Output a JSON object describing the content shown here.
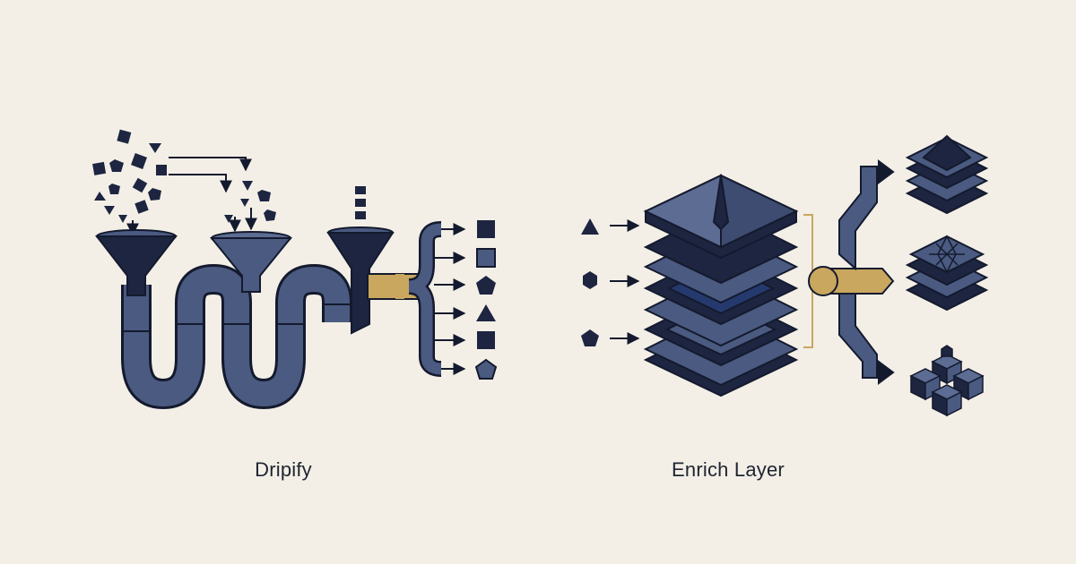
{
  "panels": [
    {
      "id": "left",
      "caption": "Dripify"
    },
    {
      "id": "right",
      "caption": "Enrich Layer"
    }
  ],
  "colors": {
    "background": "#f3efe7",
    "navy": "#1d2540",
    "slate": "#4a5a80",
    "slate_light": "#5c6c92",
    "accent": "#c9a75e",
    "outline": "#141a2e"
  },
  "icons": {
    "left_inputs": "scattered-shapes-icon",
    "left_funnels": "funnel-icon",
    "left_outputs": "sorted-shapes-icon",
    "right_inputs": "triangle-hexagon-pentagon-icon",
    "right_stack": "layer-stack-icon",
    "right_outputs": "enriched-layer-icon"
  }
}
